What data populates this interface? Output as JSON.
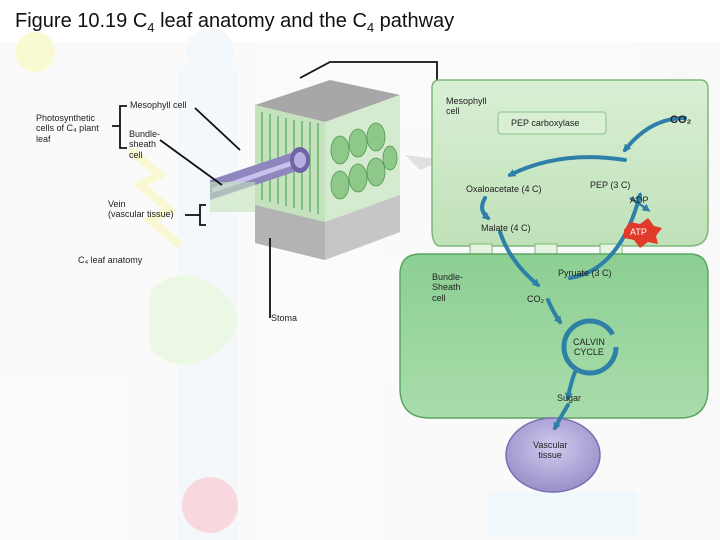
{
  "title": {
    "pre": "Figure 10.19 C",
    "sub1": "4",
    "mid": " leaf anatomy and the C",
    "sub2": "4",
    "post": " pathway"
  },
  "anatomy": {
    "photosynthetic_cells": "Photosynthetic\ncells of C₄ plant\nleaf",
    "mesophyll_cell": "Mesophyll cell",
    "bundle_sheath_cell": "Bundle-\nsheath\ncell",
    "vein": "Vein\n(vascular tissue)",
    "leaf_anatomy_caption": "C₄ leaf anatomy",
    "stoma": "Stoma"
  },
  "pathway": {
    "mesophyll_cell": "Mesophyll\ncell",
    "pep_carboxylase": "PEP carboxylase",
    "co2_top": "CO₂",
    "oxaloacetate": "Oxaloacetate (4 C)",
    "pep": "PEP (3 C)",
    "adp": "ADP",
    "malate": "Malate (4 C)",
    "atp": "ATP",
    "bundle_sheath_cell": "Bundle-\nSheath\ncell",
    "pyruvate": "Pyruate (3 C)",
    "co2_bottom": "CO₂",
    "calvin_cycle": "CALVIN\nCYCLE",
    "sugar": "Sugar",
    "vascular_tissue": "Vascular\ntissue"
  },
  "colors": {
    "mesophyll_fill": "#c9e6c3",
    "bundle_sheath_fill": "#9fd3a3",
    "arrow_blue": "#2f80a8",
    "atp_red": "#e23a2a",
    "vascular_purple": "#b3a9d8",
    "pep_box": "#d8efd3"
  }
}
